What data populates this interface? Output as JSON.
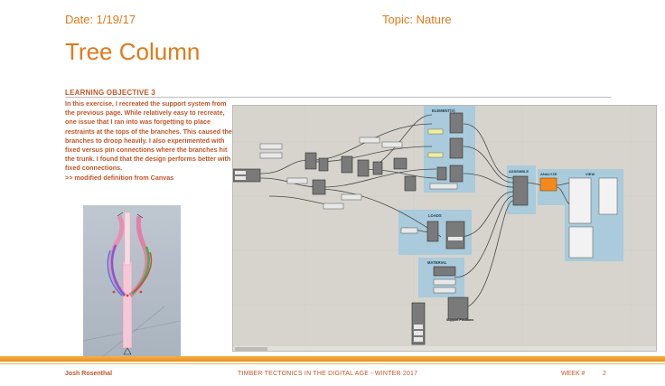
{
  "header": {
    "date": "Date: 1/19/17",
    "topic": "Topic: Nature",
    "title": "Tree Column"
  },
  "objective": {
    "heading": "LEARNING OBJECTIVE  3",
    "paragraph": "In this exercise, I recreated the support system from the previous page. While relatively easy to recreate, one issue that I ran into was forgetting to place restraints at the tops of the branches.  This caused the branches to droop heavily.  I also experimented with fixed versus pin connections where the branches hit the trunk.  I found that the design performs better with fixed connections.",
    "note": ">> modified definition from Canvas"
  },
  "canvas": {
    "groups": {
      "elements": "ELEMENT(S)",
      "loads": "LOADS",
      "material": "MATERIAL",
      "assemble": "ASSEMBLE",
      "analyze": "ANALYZE",
      "view": "VIEW",
      "support": "Support Positions"
    },
    "colors": {
      "canvas": "#d6d4cd",
      "group": "#a9cbdb",
      "analyze": "#f28a1c",
      "wire": "#4a4a4a",
      "panel": "#f3ef9a"
    }
  },
  "footer": {
    "author": "Josh Rosenthal",
    "course": "TIMBER TECTONICS IN THE DIGITAL AGE - WINTER 2017",
    "week": "WEEK #",
    "page": "2"
  },
  "colors": {
    "accent": "#e07a1a",
    "text_accent": "#c0562a",
    "footer_bar": "#f0a030"
  }
}
